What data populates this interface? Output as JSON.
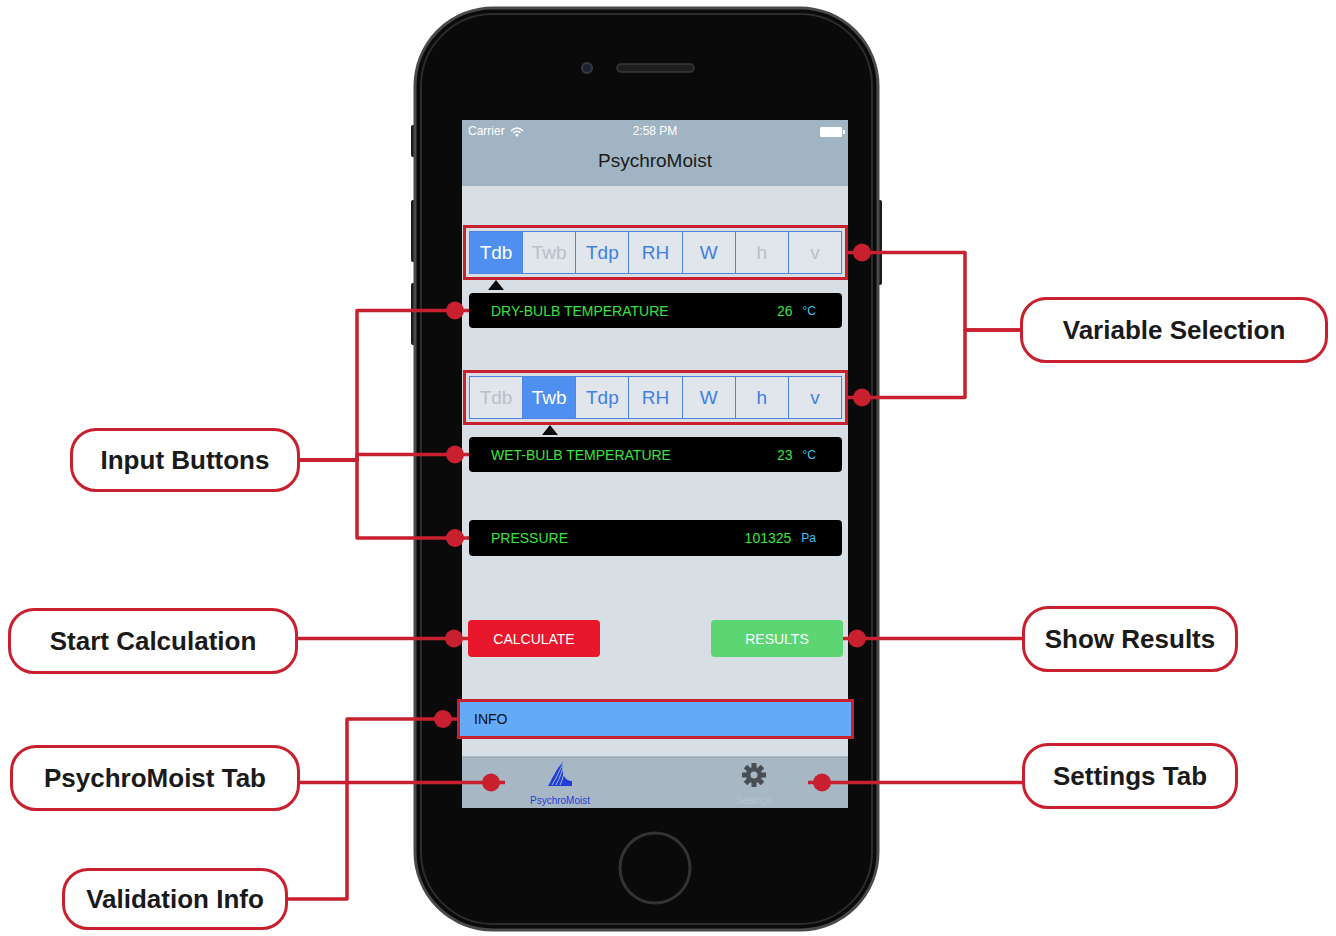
{
  "diagram": {
    "nodes": [
      {
        "text": [
          "Tdb",
          "Twb",
          "Tdp",
          "RH",
          "W",
          "h",
          "v"
        ]
      },
      {
        "text": [
          "DRY-BULB TEMPERATURE",
          "26",
          "°C"
        ]
      },
      {
        "text": [
          "Tdb",
          "Twb",
          "Tdp",
          "RH",
          "W",
          "h",
          "v"
        ]
      },
      {
        "text": [
          "WET-BULB TEMPERATURE",
          "23",
          "°C"
        ]
      },
      {
        "text": [
          "PRESSURE",
          "101325",
          "Pa"
        ]
      },
      {
        "text": [
          "CALCULATE"
        ]
      },
      {
        "text": [
          "RESULTS"
        ]
      },
      {
        "text": [
          "INFO"
        ]
      },
      {
        "text": [
          "PsychroMoist"
        ]
      },
      {
        "text": [
          "Settings"
        ]
      },
      {
        "text": [
          "Variable Selection"
        ]
      },
      {
        "text": [
          "Input Buttons"
        ]
      },
      {
        "text": [
          "Start Calculation"
        ]
      },
      {
        "text": [
          "Show Results"
        ]
      },
      {
        "text": [
          "PsychroMoist Tab"
        ]
      },
      {
        "text": [
          "Settings Tab"
        ]
      },
      {
        "text": [
          "Validation Info"
        ]
      }
    ],
    "edges": [
      {
        "from": 10,
        "to": 0,
        "arrow": "none"
      },
      {
        "from": 10,
        "to": 2,
        "arrow": "none"
      },
      {
        "from": 11,
        "to": 1,
        "arrow": "none"
      },
      {
        "from": 11,
        "to": 3,
        "arrow": "none"
      },
      {
        "from": 11,
        "to": 4,
        "arrow": "none"
      },
      {
        "from": 12,
        "to": 5,
        "arrow": "none"
      },
      {
        "from": 13,
        "to": 6,
        "arrow": "none"
      },
      {
        "from": 14,
        "to": 8,
        "arrow": "none"
      },
      {
        "from": 15,
        "to": 9,
        "arrow": "none"
      },
      {
        "from": 16,
        "to": 7,
        "arrow": "none"
      }
    ],
    "labels": [
      "Carrier",
      "2:58 PM",
      "PsychroMoist"
    ]
  }
}
